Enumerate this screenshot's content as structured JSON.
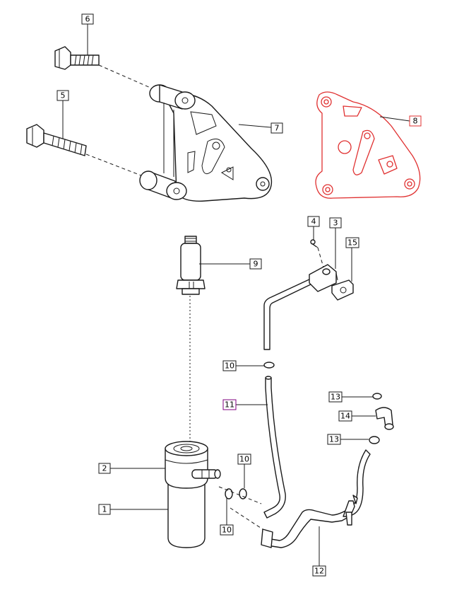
{
  "callouts": {
    "c1": "1",
    "c2": "2",
    "c3": "3",
    "c4": "4",
    "c5": "5",
    "c6": "6",
    "c7": "7",
    "c8": "8",
    "c9": "9",
    "c10a": "10",
    "c10b": "10",
    "c10c": "10",
    "c11": "11",
    "c12": "12",
    "c13a": "13",
    "c13b": "13",
    "c14": "14",
    "c15": "15"
  },
  "colors": {
    "line": "#1a1a1a",
    "highlight": "#e03131",
    "highlight_label": "#800080"
  }
}
